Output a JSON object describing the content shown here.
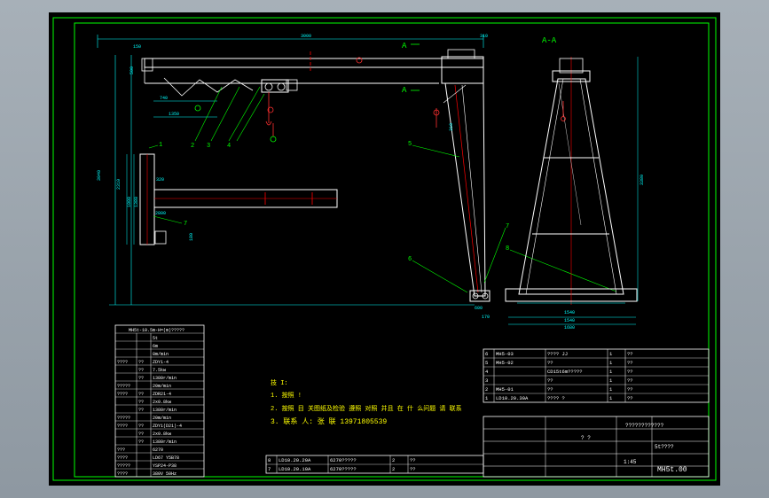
{
  "colors": {
    "background": "#000000",
    "frame": "#00ff00",
    "structure": "#ffffff",
    "dimension": "#00ffff",
    "section_line": "#ff0000",
    "notes_text": "#ffff00",
    "leader": "#00ff00",
    "hook_color": "#ff3030"
  },
  "view_labels": {
    "section_a_top": "A",
    "section_a_bottom": "A",
    "section_view": "A-A"
  },
  "part_callouts": [
    "1",
    "2",
    "3",
    "4",
    "5",
    "6",
    "7",
    "8"
  ],
  "plan_view_labels": [
    "1",
    "7"
  ],
  "dimensions": {
    "span": "3000",
    "top_right": "310",
    "left_offset": "150",
    "beam_height": "500",
    "left_small": "140",
    "hook_a": "740",
    "hook_b": "1350",
    "total_height": "3040",
    "lifting_height": "2310",
    "mid_right": "310",
    "plan_a": "320",
    "plan_b": "2800",
    "plan_c": "1000",
    "plan_d": "1380",
    "plan_e": "180",
    "section_height": "3380",
    "base_a": "1540",
    "base_b": "1540",
    "base_c": "1680",
    "foot_a": "600",
    "foot_b": "170"
  },
  "spec_table": {
    "title": "MH5t-10.5m-H=(m)?????",
    "rows": [
      [
        "",
        "",
        "5t"
      ],
      [
        "",
        "",
        "6m"
      ],
      [
        "",
        "",
        "8m/min"
      ],
      [
        "????",
        "??",
        "ZDY1-4"
      ],
      [
        "",
        "??",
        "7.5kw"
      ],
      [
        "",
        "??",
        "1380r/min"
      ],
      [
        "?????",
        "",
        "20m/min"
      ],
      [
        "????",
        "??",
        "ZDR21-4"
      ],
      [
        "",
        "??",
        "2x0.8kw"
      ],
      [
        "",
        "??",
        "1380r/min"
      ],
      [
        "?????",
        "",
        "20m/min"
      ],
      [
        "????",
        "??",
        "ZDY1(D21)-4"
      ],
      [
        "",
        "??",
        "2x0.8kw"
      ],
      [
        "",
        "??",
        "1380r/min"
      ],
      [
        "???",
        "",
        "6270"
      ],
      [
        "????",
        "",
        "LD67  Y5B78"
      ],
      [
        "?????",
        "",
        "YSP24-P38"
      ],
      [
        "????",
        "",
        "380V   50Hz"
      ]
    ]
  },
  "notes": {
    "heading": "技 I:",
    "line1": "1. 按照 !",
    "line2": "2. 按照 目 关图纸及检验 遵照 对照 并且 在 什 么问题 请 联系",
    "line3": "3. 联系 人: 张  联   13971805539"
  },
  "bom_rows": [
    [
      "6",
      "MH5-03",
      "???? JJ",
      "1",
      "??"
    ],
    [
      "5",
      "MH5-02",
      "??",
      "1",
      "??"
    ],
    [
      "4",
      "",
      "CD15t6m?????",
      "1",
      "??"
    ],
    [
      "3",
      "",
      "??",
      "1",
      "??"
    ],
    [
      "2",
      "MH5-01",
      "??",
      "1",
      "??"
    ],
    [
      "1",
      "LD10.20.30A",
      "???? ?",
      "1",
      "??"
    ]
  ],
  "bom_rows_bottom": [
    [
      "8",
      "LD10.20.20A",
      "6270?????",
      "2",
      "??"
    ],
    [
      "7",
      "LD10.20.10A",
      "6270?????",
      "2",
      "??"
    ]
  ],
  "title_block": {
    "company": "????????????",
    "product": "5t????",
    "sheet_title": "? ?",
    "scale": "1:45",
    "drawing_no": "MH5t.00"
  }
}
